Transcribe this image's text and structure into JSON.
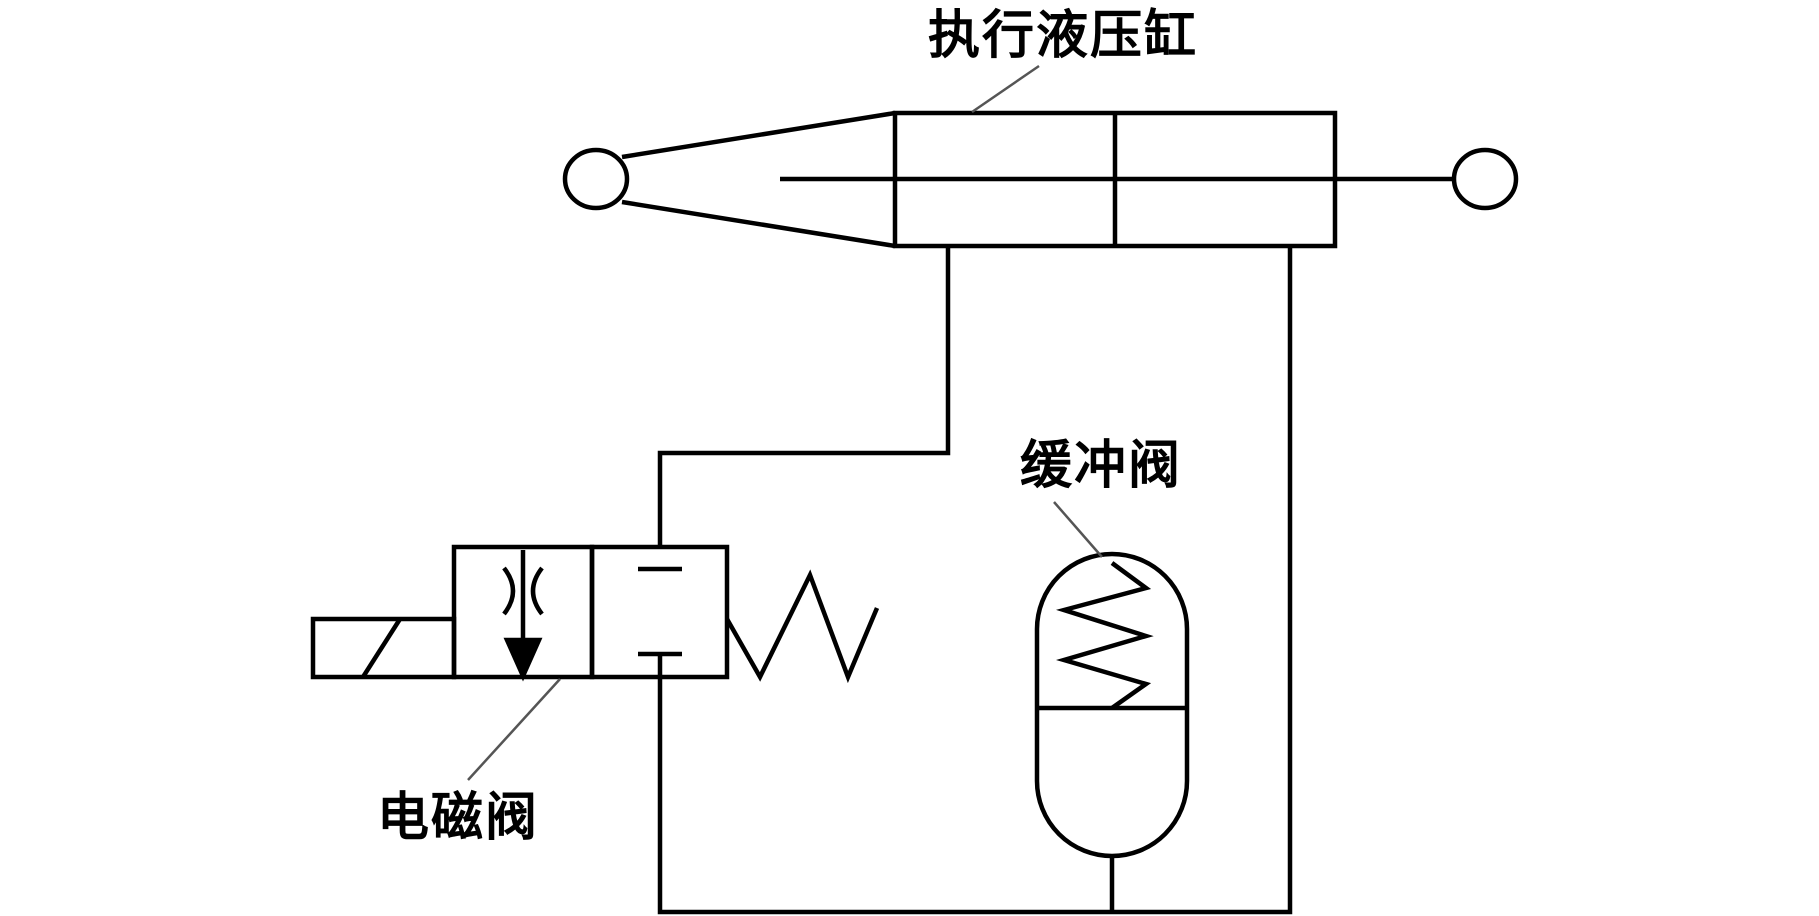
{
  "labels": {
    "cylinder": "执行液压缸",
    "buffer_valve": "缓冲阀",
    "solenoid_valve": "电磁阀"
  },
  "colors": {
    "stroke": "#000000",
    "leader": "#555555",
    "background": "#ffffff"
  }
}
